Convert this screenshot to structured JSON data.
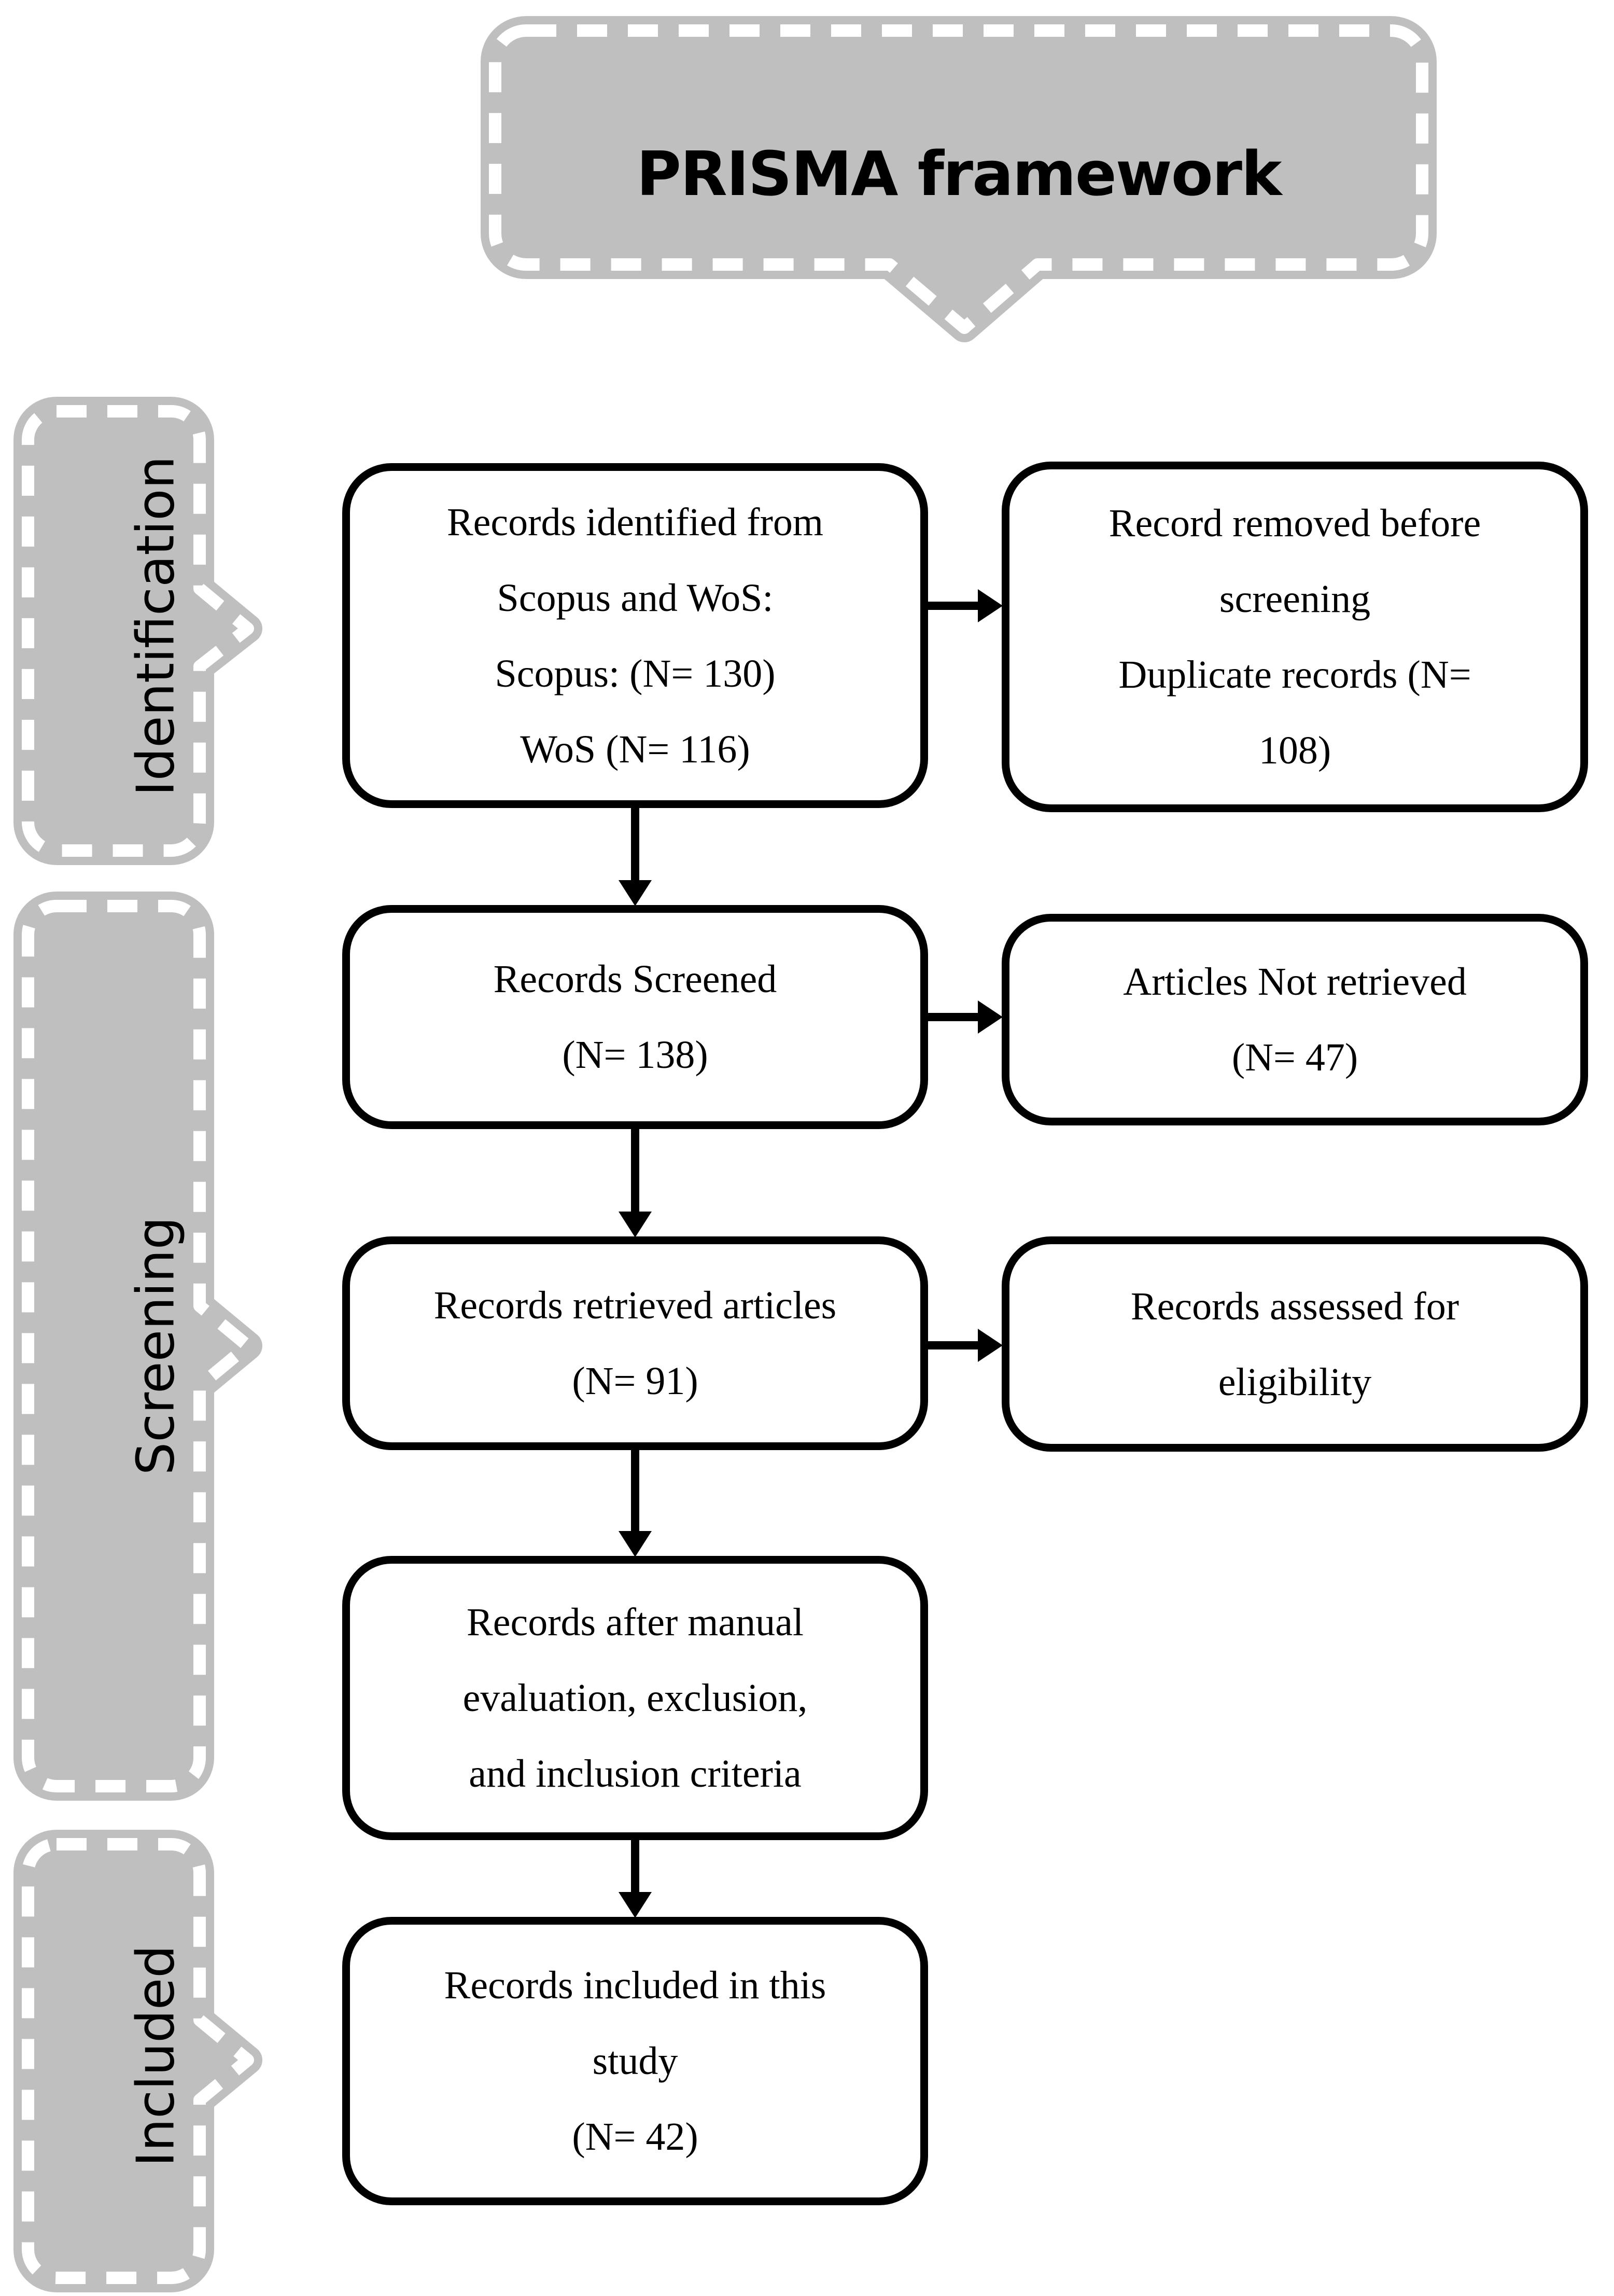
{
  "title": {
    "text": "PRISMA framework"
  },
  "stages": [
    {
      "label": "Identification"
    },
    {
      "label": "Screening"
    },
    {
      "label": "Included"
    }
  ],
  "boxes": [
    {
      "id": "records-identified",
      "lines": [
        "Records identified from",
        "Scopus and WoS:",
        "Scopus: (N= 130)",
        "WoS (N= 116)"
      ]
    },
    {
      "id": "records-removed",
      "lines": [
        "Record removed before",
        "screening",
        "Duplicate records (N=",
        "108)"
      ]
    },
    {
      "id": "records-screened",
      "lines": [
        "Records Screened",
        "(N= 138)"
      ]
    },
    {
      "id": "articles-not-retrieved",
      "lines": [
        "Articles Not retrieved",
        "(N= 47)"
      ]
    },
    {
      "id": "records-retrieved",
      "lines": [
        "Records retrieved articles",
        "(N= 91)"
      ]
    },
    {
      "id": "records-assessed",
      "lines": [
        "Records assessed for",
        "eligibility"
      ]
    },
    {
      "id": "records-after-manual",
      "lines": [
        "Records after manual",
        "evaluation, exclusion,",
        "and inclusion criteria"
      ]
    },
    {
      "id": "records-included",
      "lines": [
        "Records included in this",
        "study",
        "(N= 42)"
      ]
    }
  ],
  "colors": {
    "callout_fill": "#bfbfbf",
    "callout_dash": "#ffffff",
    "box_border": "#000000",
    "text": "#000000",
    "background": "#ffffff"
  }
}
